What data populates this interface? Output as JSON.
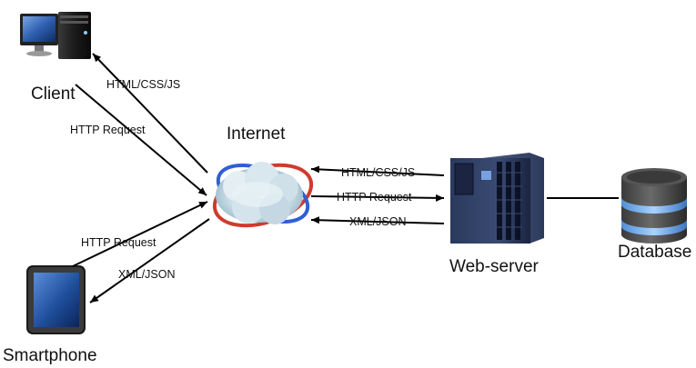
{
  "nodes": {
    "client": {
      "label": "Client"
    },
    "internet": {
      "label": "Internet"
    },
    "webserver": {
      "label": "Web-server"
    },
    "database": {
      "label": "Database"
    },
    "smartphone": {
      "label": "Smartphone"
    }
  },
  "edges": {
    "client_in": "HTML/CSS/JS",
    "client_out": "HTTP Request",
    "phone_out": "HTTP Request",
    "phone_in": "XML/JSON",
    "server_html": "HTML/CSS/JS",
    "server_request": "HTTP Request",
    "server_xml": "XML/JSON"
  },
  "icons": {
    "client": "desktop-computer-icon",
    "smartphone": "tablet-phone-icon",
    "internet": "cloud-globe-icon",
    "webserver": "server-rack-icon",
    "database": "database-cylinder-icon"
  }
}
